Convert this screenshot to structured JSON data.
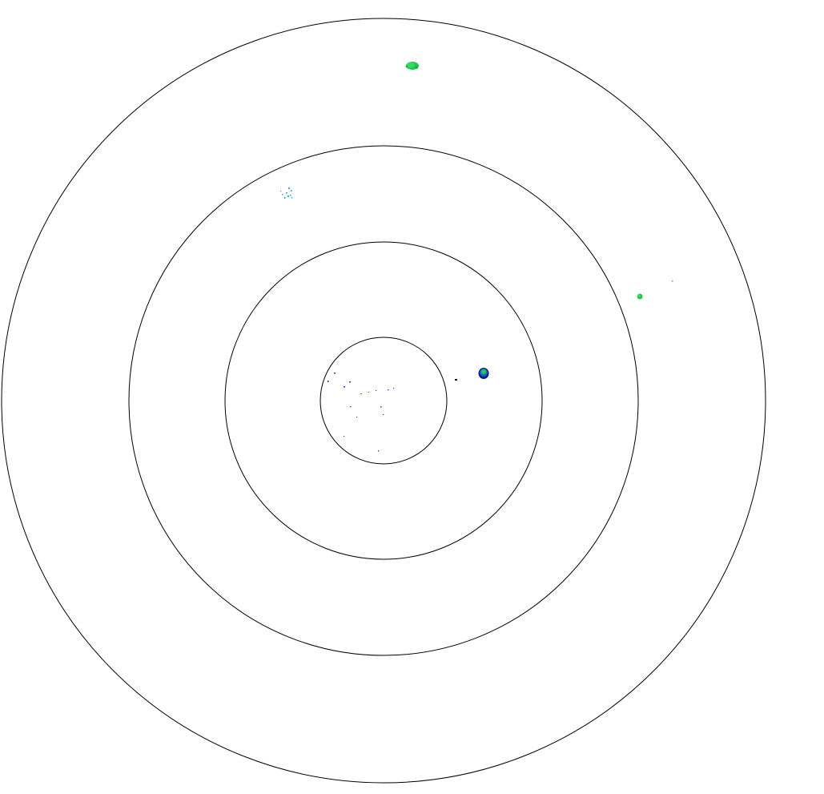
{
  "colors": {
    "background": "#ffffff",
    "range_ring": "#000000",
    "echo_strong_dark": "#0a1f7a",
    "echo_medium_blue": "#1a5fe0",
    "echo_green": "#1ec94a",
    "echo_light_cyan": "#2aa6e8",
    "echo_black": "#111111"
  },
  "range_rings": {
    "count": 4
  },
  "echoes": [
    {
      "name": "echo-north-green",
      "intensity": "green"
    },
    {
      "name": "echo-northwest-speckle",
      "intensity": "light-cyan"
    },
    {
      "name": "echo-east-green",
      "intensity": "green"
    },
    {
      "name": "echo-east-cell",
      "intensity": "dark-blue-green"
    },
    {
      "name": "echo-center-clutter",
      "intensity": "blue"
    }
  ]
}
